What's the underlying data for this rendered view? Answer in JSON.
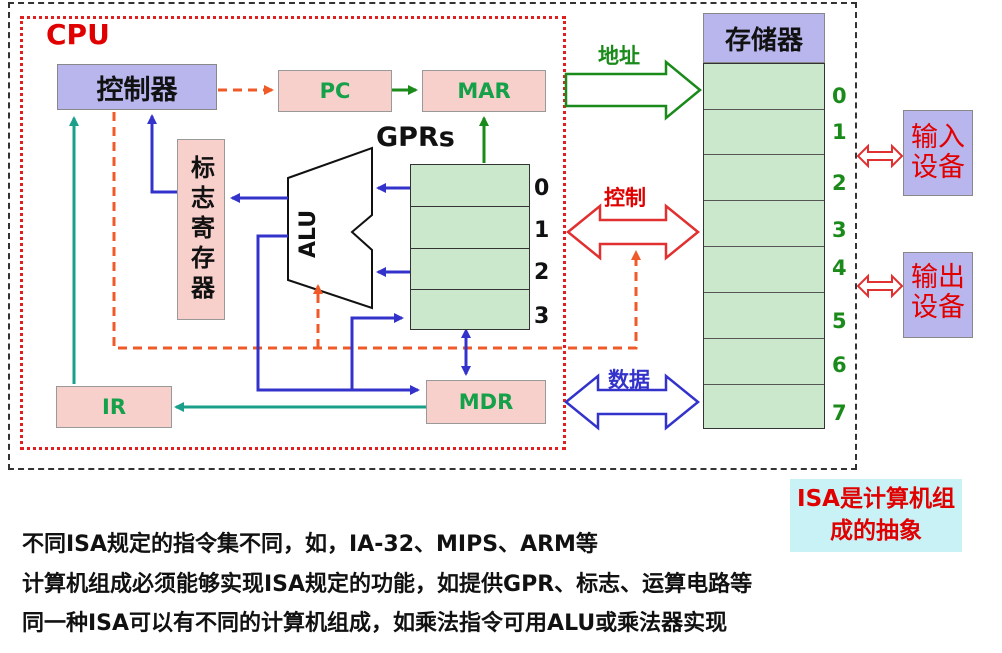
{
  "cpu_label": "CPU",
  "controller": "控制器",
  "pc": "PC",
  "mar": "MAR",
  "mdr": "MDR",
  "ir": "IR",
  "alu": "ALU",
  "flag_register": "标志寄存器",
  "gprs_label": "GPRs",
  "gpr_indices": [
    "0",
    "1",
    "2",
    "3"
  ],
  "memory_title": "存储器",
  "memory_addresses": [
    "0",
    "1",
    "2",
    "3",
    "4",
    "5",
    "6",
    "7"
  ],
  "bus_labels": {
    "address": "地址",
    "control": "控制",
    "data": "数据"
  },
  "input_device": "输入设备",
  "output_device": "输出设备",
  "isa_badge": "ISA是计算机组成的抽象",
  "notes": [
    "不同ISA规定的指令集不同，如，IA-32、MIPS、ARM等",
    "计算机组成必须能够实现ISA规定的功能，如提供GPR、标志、运算电路等",
    "同一种ISA可以有不同的计算机组成，如乘法指令可用ALU或乘法器实现"
  ],
  "colors": {
    "accent_red": "#e00000",
    "green": "#1a8a1a",
    "teal": "#1aa08a",
    "blue": "#3333cc",
    "orange_dashed": "#f05a28",
    "lavender": "#b9b6ee",
    "light_pink": "#f7cfcb",
    "light_green": "#cce8cc",
    "light_cyan": "#c9f2f6"
  }
}
